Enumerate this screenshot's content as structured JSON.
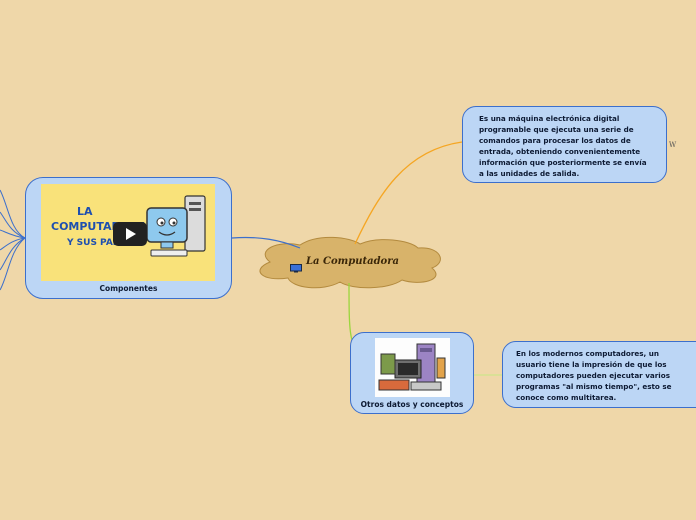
{
  "central": {
    "label": "La Computadora",
    "icon": "computer-icon"
  },
  "definition": {
    "text": "Es una máquina electrónica digital programable que ejecuta una serie de comandos para procesar los datos de entrada, obteniendo convenientemente información que posteriormente se envía a las unidades de salida.",
    "link_label": "W"
  },
  "components": {
    "label": "Componentes",
    "video": {
      "line1": "LA",
      "line2": "COMPUTADORA",
      "line3": "Y SUS PARTES"
    }
  },
  "other": {
    "label": "Otros datos y conceptos",
    "note": "En los modernos computadores, un usuario tiene la impresión de que los computadores pueden ejecutar varios programas \"al mismo tiempo\", esto se conoce como multitarea."
  },
  "colors": {
    "background": "#efd7a9",
    "central_fill": "#d8b36a",
    "node_fill": "#bcd6f5",
    "node_border": "#3c6fcc",
    "link_orange": "#f5a623",
    "link_green": "#9bd63c",
    "link_blue": "#3c6fcc"
  }
}
